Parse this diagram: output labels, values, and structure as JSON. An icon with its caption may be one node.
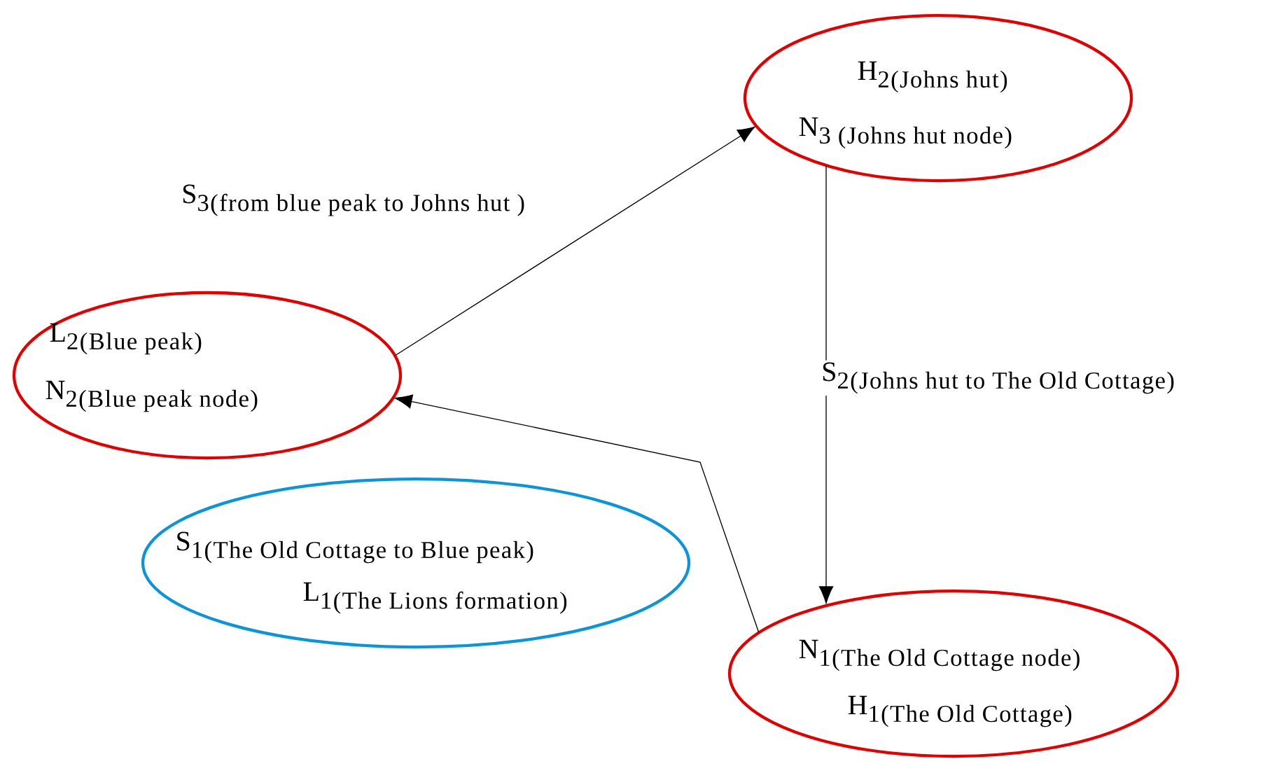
{
  "diagram": {
    "nodes": [
      {
        "text": [
          "\\mathrm{H}_{\\text{2(Johns hut)}}",
          "\\mathrm{N}_{\\text{3 (Johns hut node)}}"
        ]
      },
      {
        "text": [
          "\\mathrm{L}_{\\text{2(Blue peak)}}",
          "\\mathrm{N}_{\\text{2(Blue peak node)}}"
        ]
      },
      {
        "text": [
          "\\mathrm{S}_{\\text{1(The Old Cottage to Blue peak)}}",
          "\\mathrm{L}_{\\text{1(The Lions formation)}}"
        ]
      },
      {
        "text": [
          "\\mathrm{N}_{\\text{1(The Old Cottage node)}}",
          "\\mathrm{H}_{\\text{1(The Old Cottage)}}"
        ]
      }
    ],
    "edges": [
      {
        "from": 1,
        "to": 0,
        "arrow": "to",
        "label": "\\mathrm{S}_{\\text{3(from blue peak to Johns hut )}}"
      },
      {
        "from": 0,
        "to": 3,
        "arrow": "to",
        "label": "\\mathrm{S}_{\\text{2(Johns hut to The Old Cottage)}}"
      },
      {
        "from": 3,
        "to": 1,
        "arrow": "to"
      }
    ]
  }
}
